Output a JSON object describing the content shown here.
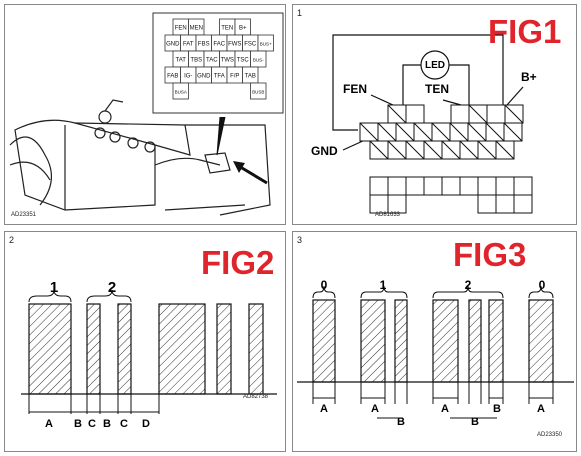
{
  "panel1": {
    "ref": "AD23351",
    "connector_rows": [
      [
        "FEN",
        "MEN",
        "",
        "TEN",
        "B+",
        ""
      ],
      [
        "GND",
        "FAT",
        "FBS",
        "FAC",
        "FWS",
        "FSC",
        "BUS+"
      ],
      [
        "TAT",
        "TBS",
        "TAC",
        "TWS",
        "TSC",
        "BUS-"
      ],
      [
        "FAB",
        "IG-",
        "GND",
        "TFA",
        "F/P",
        "TAB"
      ],
      [
        "BUSA",
        "",
        "",
        "",
        "",
        "BUSB"
      ]
    ]
  },
  "panel2": {
    "number": "1",
    "fig_label": "FIG1",
    "ref": "AD81633",
    "labels": {
      "fen": "FEN",
      "ten": "TEN",
      "bplus": "B+",
      "gnd": "GND",
      "led": "LED"
    }
  },
  "panel3": {
    "number": "2",
    "fig_label": "FIG2",
    "ref": "AD82738",
    "group_labels": [
      "1",
      "2"
    ],
    "dim_labels": [
      "A",
      "B",
      "C",
      "B",
      "C",
      "D"
    ]
  },
  "panel4": {
    "number": "3",
    "fig_label": "FIG3",
    "ref": "AD23350",
    "group_labels": [
      "0",
      "1",
      "2",
      "0"
    ],
    "dim_labels": [
      "A",
      "A",
      "B",
      "A",
      "B",
      "B",
      "A"
    ]
  }
}
